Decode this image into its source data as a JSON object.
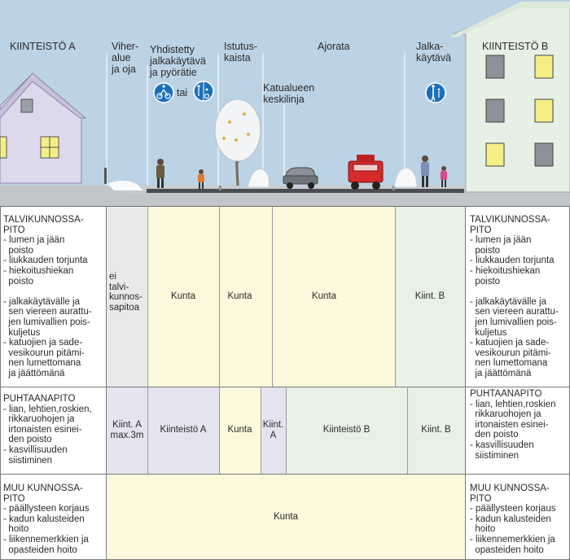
{
  "colors": {
    "sky": "#bcd3e6",
    "ground": "#c8ccd0",
    "asphalt": "#4a4d52",
    "kunta": "#fbf8dc",
    "kiint_a": "#e6e3f1",
    "kiint_b": "#e8f1e6",
    "ei_talvi": "#e9e9e9",
    "building_b": "#e7f0e4",
    "house_a": "#dcd9ec",
    "sign_blue": "#1a6fb8"
  },
  "top_labels": {
    "kiinteisto_a": "KIINTEISTÖ A",
    "viheralue": "Viher-\nalue\nja oja",
    "yhdistetty": "Yhdistetty\njalkakäytävä\nja pyörätie",
    "tai": "tai",
    "istutuskaista": "Istutus-\nkaista",
    "ajorata": "Ajorata",
    "keskilinja": "Katualueen\nkeskilinja",
    "jalkakaytava": "Jalka-\nkäytävä",
    "kiinteisto_b": "KIINTEISTÖ B"
  },
  "icons": {
    "bike_ped": "bicycle-pedestrian-sign-icon",
    "bike_ped_alt": "bicycle-pedestrian-sign-alt-icon",
    "pedestrian": "pedestrian-sign-icon"
  },
  "winter": {
    "left": "TALVIKUNNOSSA-\nPITO\n- lumen ja jään\n  poisto\n- liukkauden torjunta\n- hiekoitushiekan\n  poisto\n\n- jalkakäytävälle ja\n  sen viereen aurattu-\n  jen lumivallien pois-\n  kuljetus\n- katuojien ja sade-\n  vesikourun pitämi-\n  nen lumettomana\n  ja jäättömänä",
    "right": "TALVIKUNNOSSA-\nPITO\n- lumen ja jään\n  poisto\n- liukkauden torjunta\n- hiekoitushiekan\n  poisto\n\n- jalkakäytävälle ja\n  sen viereen aurattu-\n  jen lumivallien pois-\n  kuljetus\n- katuojien ja sade-\n  vesikourun pitämi-\n  nen lumettomana\n  ja jäättömänä",
    "ei_talvi": "ei\ntalvi-\nkunnos-\nsapitoa",
    "kunta_1": "Kunta",
    "kunta_2": "Kunta",
    "kunta_3": "Kunta",
    "kiint_b": "Kiint. B"
  },
  "cleaning": {
    "left": "PUHTAANAPITO\n- lian, lehtien,roskien,\n  rikkaruohojen ja\n  irtonaisten esinei-\n  den poisto\n- kasvillisuuden\n  siistiminen",
    "right": "PUHTAANAPITO\n- lian, lehtien,roskien\n  rikkaruohojen ja\n  irtonaisten esinei-\n  den poisto\n- kasvillisuuden\n  siistiminen",
    "kiint_a_max": "Kiint. A\nmax.3m",
    "kiinteisto_a": "Kiinteistö A",
    "kunta": "Kunta",
    "kiint_a_small": "Kiint.\nA",
    "kiinteisto_b": "Kiinteistö B",
    "kiint_b": "Kiint. B"
  },
  "other": {
    "left": "MUU KUNNOSSA-\nPITO\n- päällysteen korjaus\n- kadun kalusteiden\n  hoito\n- liikennemerkkien ja\n  opasteiden hoito",
    "right": "MUU KUNNOSSA-\nPITO\n- päällysteen korjaus\n- kadun kalusteiden\n  hoito\n- liikennemerkkien ja\n  opasteiden hoito",
    "kunta": "Kunta"
  }
}
